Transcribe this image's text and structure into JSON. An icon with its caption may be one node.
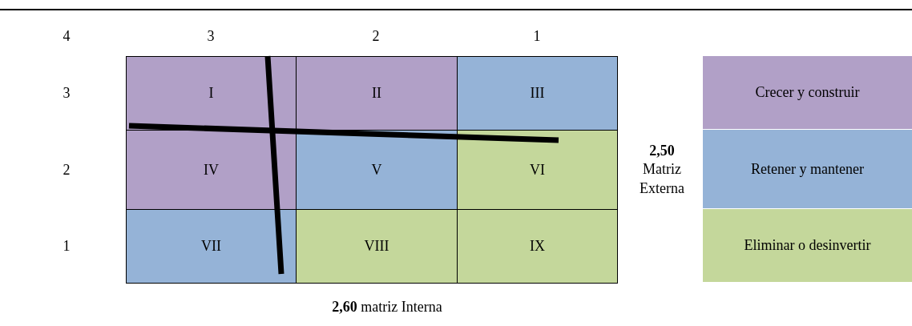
{
  "diagram": {
    "labels": [
      "4",
      "3",
      "2",
      "1",
      "3",
      "I",
      "II",
      "III",
      "2",
      "IV",
      "V",
      "VI",
      "**2,50** Matriz Externa",
      "1",
      "VII",
      "VIII",
      "IX",
      "**2,60** matriz Interna"
    ],
    "legend": [
      {
        "text": "Crecer y construir",
        "color": "#b1a0c7"
      },
      {
        "text": "Retener y mantener",
        "color": "#95b3d7"
      },
      {
        "text": "Eliminar o desinvertir",
        "color": "#c4d79b"
      }
    ]
  }
}
